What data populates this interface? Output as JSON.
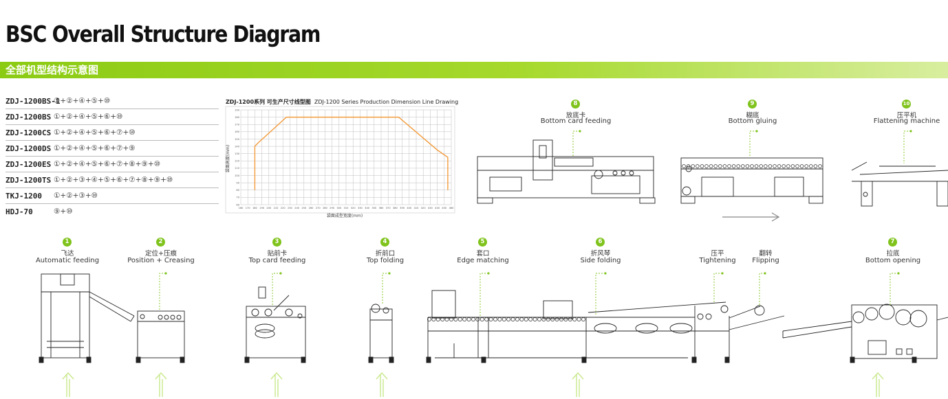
{
  "page": {
    "title": "BSC Overall Structure Diagram",
    "banner": "全部机型结构示意图"
  },
  "models": [
    {
      "name": "ZDJ-1200BS-1",
      "combo": "①+②+④+⑤+⑩"
    },
    {
      "name": "ZDJ-1200BS",
      "combo": "①+②+④+⑤+⑥+⑩"
    },
    {
      "name": "ZDJ-1200CS",
      "combo": "①+②+④+⑤+⑥+⑦+⑩"
    },
    {
      "name": "ZDJ-1200DS",
      "combo": "①+②+④+⑤+⑥+⑦+⑨"
    },
    {
      "name": "ZDJ-1200ES",
      "combo": "①+②+④+⑤+⑥+⑦+⑧+⑨+⑩"
    },
    {
      "name": "ZDJ-1200TS",
      "combo": "①+②+③+④+⑤+⑥+⑦+⑧+⑨+⑩"
    },
    {
      "name": "TKJ-1200",
      "combo": "①+②+③+⑩"
    },
    {
      "name": "HDJ-70",
      "combo": "⑨+⑩"
    }
  ],
  "chart_data": {
    "type": "line",
    "title": "ZDJ-1200系列 可生产尺寸线型图",
    "subtitle": "ZDJ-1200 Series Production Dimension Line Drawing",
    "xlabel": "袋面成型宽度(mm)",
    "ylabel": "袋面高度(mm)",
    "x_ticks": [
      "160",
      "170",
      "180",
      "190",
      "200",
      "210",
      "220",
      "230",
      "240",
      "250",
      "260",
      "270",
      "280",
      "290",
      "300",
      "310",
      "320",
      "330",
      "340",
      "350",
      "360",
      "370",
      "380",
      "390",
      "400",
      "410",
      "420",
      "430",
      "440",
      "450",
      "460"
    ],
    "y_ticks": [
      "60",
      "70",
      "80",
      "90",
      "100",
      "110",
      "120",
      "130",
      "140",
      "150",
      "160",
      "170",
      "180",
      "190"
    ],
    "xlim": [
      160,
      460
    ],
    "ylim": [
      60,
      190
    ],
    "grid": true,
    "series": [
      {
        "x": [
          180,
          180,
          185,
          225,
          385,
          440,
          455,
          455
        ],
        "y": [
          80,
          140,
          145,
          180,
          180,
          135,
          125,
          80
        ]
      }
    ],
    "series_color": "#f39c3d"
  },
  "steps": [
    {
      "num": "1",
      "zh": "飞达",
      "en": "Automatic feeding"
    },
    {
      "num": "2",
      "zh": "定位+压痕",
      "en": "Position + Creasing"
    },
    {
      "num": "3",
      "zh": "贴前卡",
      "en": "Top card feeding"
    },
    {
      "num": "4",
      "zh": "折前口",
      "en": "Top folding"
    },
    {
      "num": "5",
      "zh": "套口",
      "en": "Edge matching"
    },
    {
      "num": "6",
      "zh": "折风琴",
      "en": "Side folding"
    },
    {
      "num": "",
      "zh": "压平",
      "en": "Tightening"
    },
    {
      "num": "",
      "zh": "翻转",
      "en": "Flipping"
    },
    {
      "num": "7",
      "zh": "拉底",
      "en": "Bottom opening"
    },
    {
      "num": "8",
      "zh": "放底卡",
      "en": "Bottom card feeding"
    },
    {
      "num": "9",
      "zh": "糊底",
      "en": "Bottom gluing"
    },
    {
      "num": "10",
      "zh": "压平机",
      "en": "Flattening machine"
    }
  ],
  "colors": {
    "accent": "#8ccb14",
    "line": "#222222",
    "dotted": "#7fc31c",
    "curve": "#f39c3d",
    "arrow": "#c8e88a"
  }
}
